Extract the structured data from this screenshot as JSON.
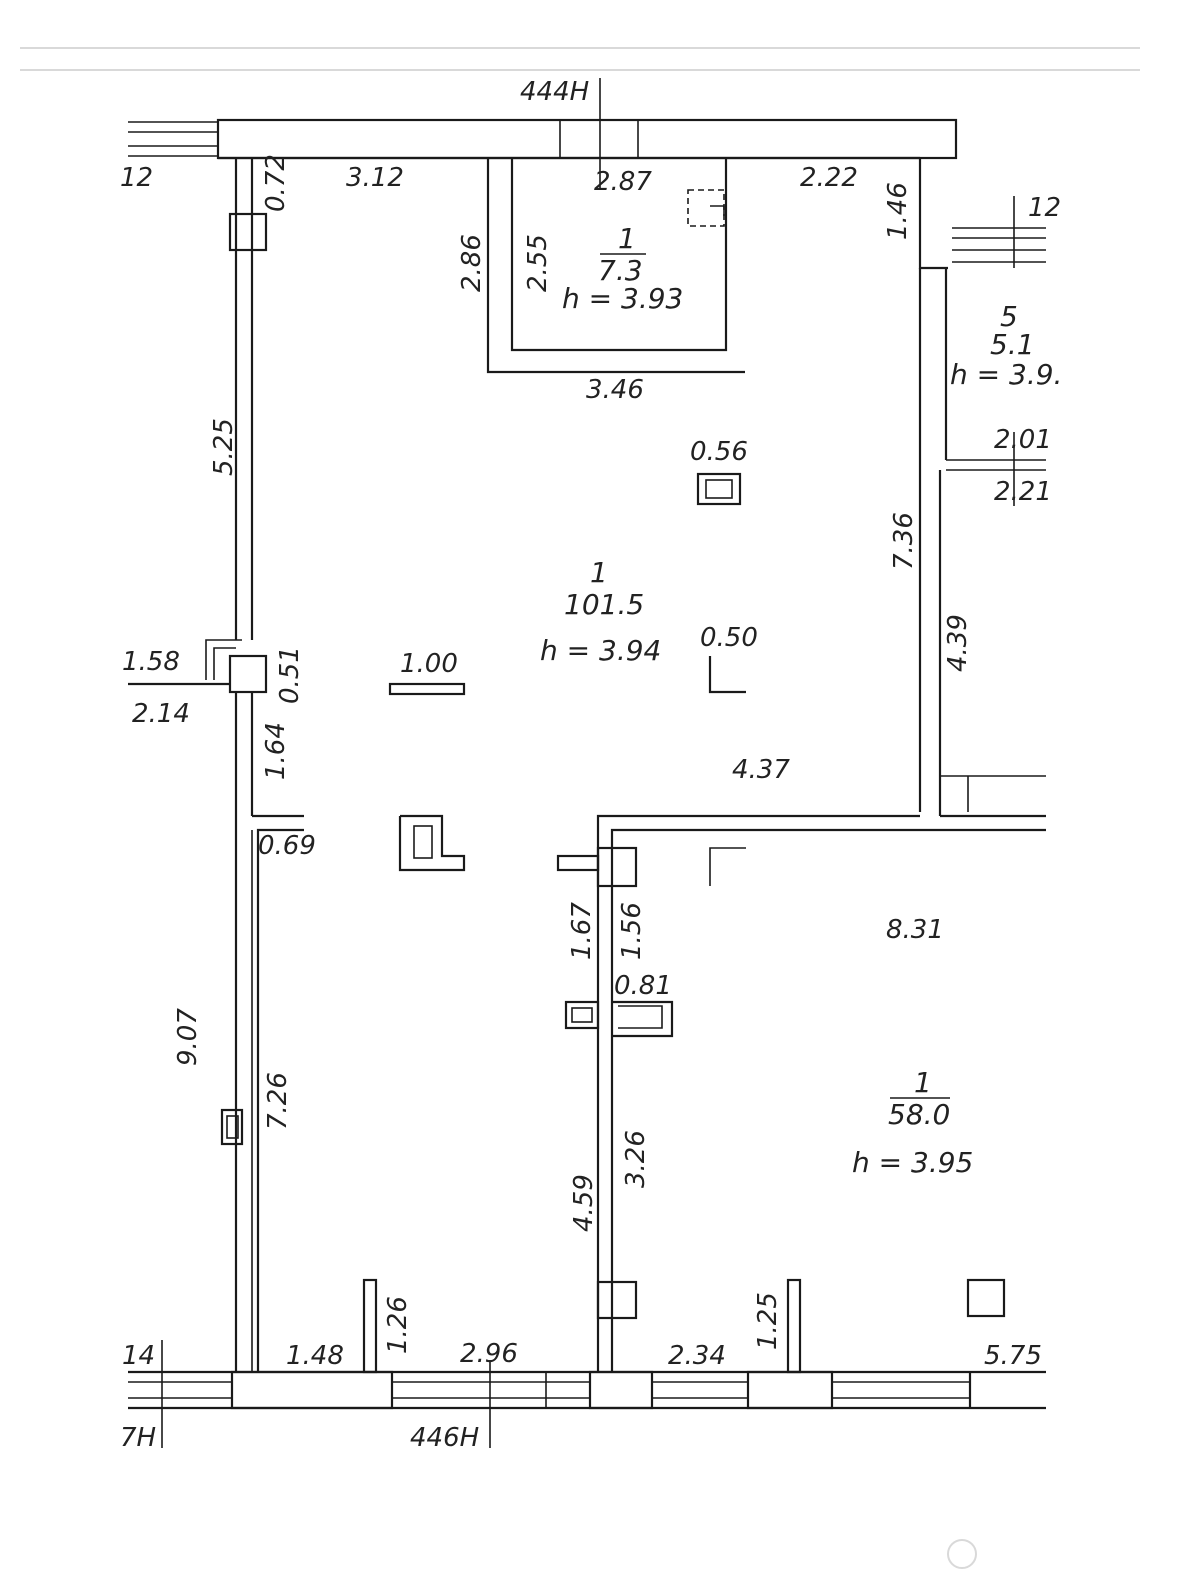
{
  "dimensions": {
    "top_axis": "444Н",
    "bottom_axis": "446Н",
    "left_bottom_axis": "7Н",
    "left_top_frag": "12",
    "left_bottom_frag": "14",
    "right_top_frag": "12",
    "top_wall_left": "3.12",
    "left_wall_top": "0.72",
    "room_top_width": "2.87",
    "top_wall_right": "2.22",
    "right_wall_top": "1.46",
    "room_outer_height": "2.86",
    "room_inner_height": "2.55",
    "room_bottom_width": "3.46",
    "left_wall_long": "5.25",
    "col_top": "0.56",
    "right_wall_mid": "7.36",
    "side_room_a": "2.01",
    "side_room_b": "2.21",
    "right_corridor": "4.39",
    "left_opening_a": "1.58",
    "left_opening_b": "2.14",
    "left_pier": "0.51",
    "partition_len": "1.00",
    "col_mid": "0.50",
    "left_wall_seg": "1.64",
    "mid_wall": "4.37",
    "left_recess": "0.69",
    "left_wall_lower_outer": "9.07",
    "left_wall_lower_inner": "7.26",
    "inner_wall_a": "1.67",
    "inner_wall_b": "1.56",
    "inner_niche": "0.81",
    "right_room_width": "8.31",
    "inner_wall_lower_a": "4.59",
    "inner_wall_lower_b": "3.26",
    "bottom_seg_1": "1.48",
    "bottom_stub_1": "1.26",
    "bottom_seg_2": "2.96",
    "bottom_seg_3": "2.34",
    "bottom_stub_2": "1.25",
    "bottom_seg_4": "5.75"
  },
  "rooms": [
    {
      "number": "1",
      "area": "7.3",
      "height": "h = 3.93"
    },
    {
      "number": "1",
      "area": "101.5",
      "height": "h = 3.94"
    },
    {
      "number": "1",
      "area": "58.0",
      "height": "h = 3.95"
    },
    {
      "number": "5",
      "area": "5.1",
      "height": "h = 3.9."
    }
  ]
}
